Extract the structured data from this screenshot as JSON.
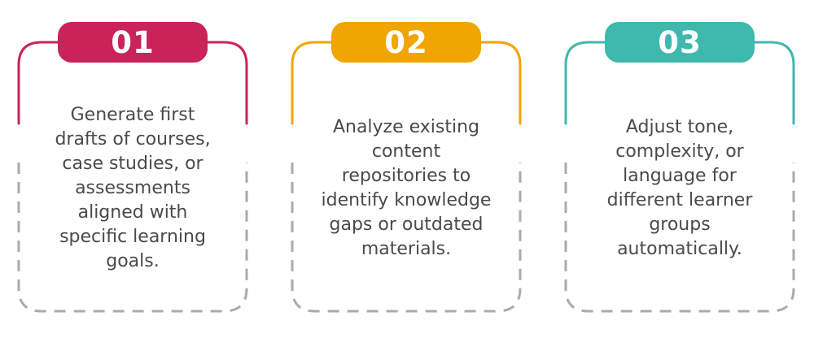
{
  "page": {
    "background_color": "#FFFFFF"
  },
  "styles": {
    "dash_color": "#ABABAB",
    "text_color": "#4A4A4A",
    "badge_text_color": "#FFFFFF"
  },
  "cards": [
    {
      "number": "01",
      "accent_color": "#C9235A",
      "description": "Generate first\ndrafts of courses,\ncase studies, or\nassessments\naligned with\nspecific learning\ngoals."
    },
    {
      "number": "02",
      "accent_color": "#F0A502",
      "description": "Analyze existing\ncontent\nrepositories to\nidentify knowledge\ngaps or outdated\nmaterials."
    },
    {
      "number": "03",
      "accent_color": "#3FB8AD",
      "description": "Adjust tone,\ncomplexity, or\nlanguage for\ndifferent learner\ngroups\nautomatically."
    }
  ]
}
